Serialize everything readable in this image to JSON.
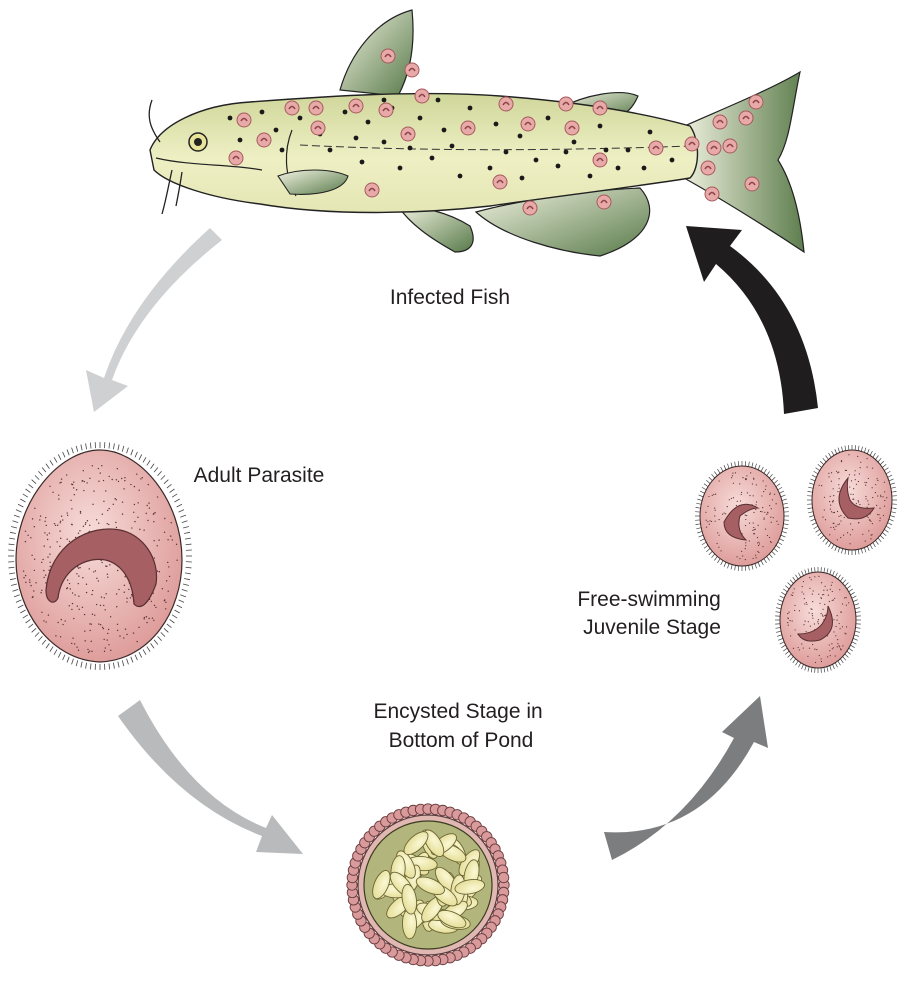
{
  "diagram": {
    "type": "life-cycle",
    "stages": [
      {
        "id": "infected-fish",
        "lines": [
          "Infected Fish"
        ]
      },
      {
        "id": "adult-parasite",
        "lines": [
          "Adult Parasite"
        ]
      },
      {
        "id": "encysted-stage",
        "lines": [
          "Encysted Stage in",
          "Bottom of Pond"
        ]
      },
      {
        "id": "free-swimming-juvenile",
        "lines": [
          "Free-swimming",
          "Juvenile Stage"
        ]
      }
    ],
    "arrows": [
      {
        "from": "infected-fish",
        "to": "adult-parasite",
        "color": "#cfd0d1"
      },
      {
        "from": "adult-parasite",
        "to": "encysted-stage",
        "color": "#b9babb"
      },
      {
        "from": "encysted-stage",
        "to": "free-swimming-juvenile",
        "color": "#7c7d7f"
      },
      {
        "from": "free-swimming-juvenile",
        "to": "infected-fish",
        "color": "#1f1d1e"
      }
    ]
  },
  "colors": {
    "fish_body": "#e6e8b8",
    "fish_fin": "#6e8c5c",
    "parasite_fill": "#e7aaa8",
    "parasite_nucleus": "#a65f63",
    "cyst_ring": "#c99394",
    "cyst_inner": "#b2b57c",
    "cyst_cells": "#eeeaa8"
  }
}
